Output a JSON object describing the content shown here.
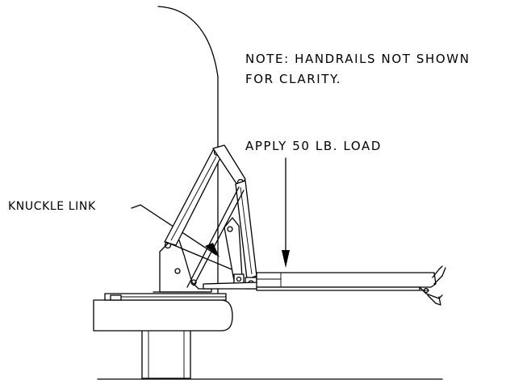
{
  "note": {
    "line1": "NOTE: HANDRAILS NOT SHOWN",
    "line2": "FOR CLARITY."
  },
  "load_label": "APPLY 50 LB. LOAD",
  "knuckle_label": "KNUCKLE LINK"
}
